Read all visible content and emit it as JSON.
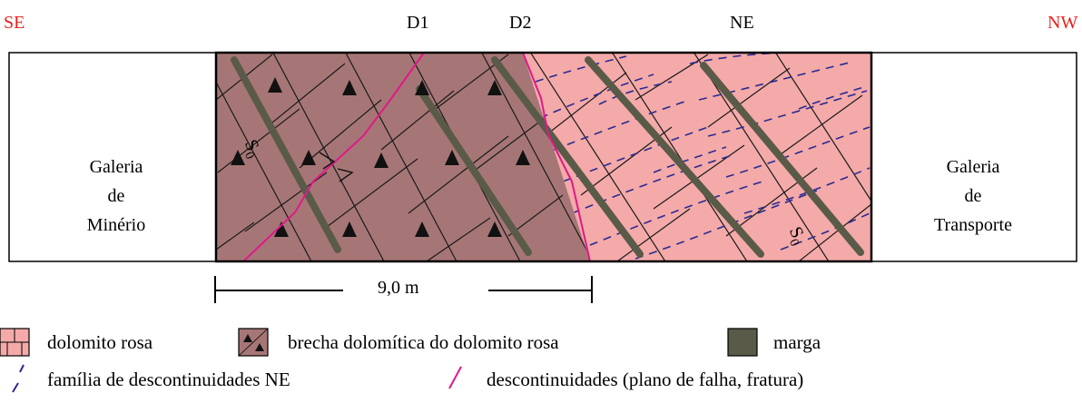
{
  "orientation": {
    "left": "SE",
    "right": "NW",
    "top_mid": "NE",
    "color": "#e8211b"
  },
  "markers": {
    "d1": "D1",
    "d2": "D2"
  },
  "galleries": {
    "left": [
      "Galeria",
      "de",
      "Minério"
    ],
    "right": [
      "Galeria",
      "de",
      "Transporte"
    ]
  },
  "section_labels": {
    "s0": "S",
    "s0_sub": "0"
  },
  "scale": {
    "label": "9,0 m"
  },
  "legend": {
    "dolomito_rosa": "dolomito rosa",
    "brecha": "brecha dolomítica do dolomito rosa",
    "marga": "marga",
    "familia_ne": "família de descontinuidades NE",
    "descontinuidades": "descontinuidades (plano de falha, fratura)"
  },
  "colors": {
    "brecha": "#a67676",
    "dolomito_rosa": "#f4aaa9",
    "marga": "#5a5a48",
    "ne_family": "#2a2a90",
    "fault": "#e0198a"
  }
}
